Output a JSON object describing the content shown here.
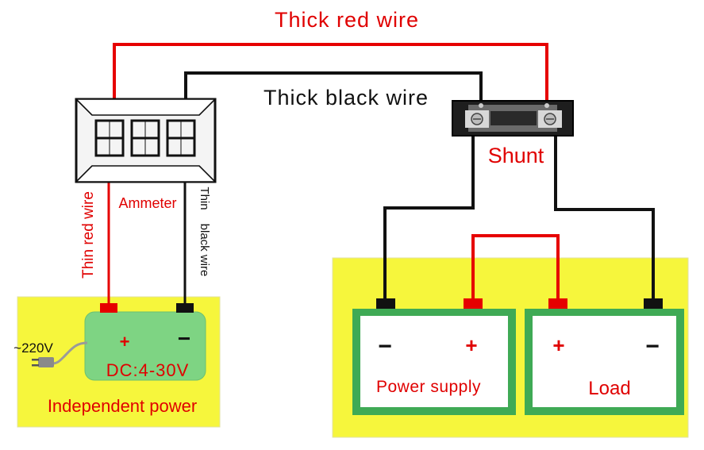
{
  "labels": {
    "thick_red_wire": "Thick red wire",
    "thick_black_wire": "Thick black wire",
    "shunt": "Shunt",
    "ammeter": "Ammeter",
    "thin_red_wire": "Thin red wire",
    "thin_black_wire_line1": "Thin",
    "thin_black_wire_line2": "black wire",
    "mains": "~220V",
    "plus": "+",
    "minus": "−",
    "dc_range": "DC:4-30V",
    "independent_power": "Independent power",
    "power_supply": "Power supply",
    "load": "Load"
  },
  "colors": {
    "red_wire": "#e60000",
    "black_wire": "#111111",
    "label_red": "#e00000",
    "panel_yellow": "#f6f63c",
    "battery_green": "#3faa55",
    "adapter_green": "#7ed483",
    "display_bg": "#f4f4f4"
  }
}
